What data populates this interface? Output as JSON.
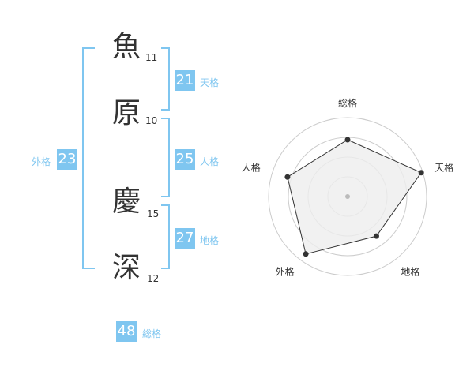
{
  "name_chars": [
    {
      "char": "魚",
      "strokes": "11"
    },
    {
      "char": "原",
      "strokes": "10"
    },
    {
      "char": "慶",
      "strokes": "15"
    },
    {
      "char": "深",
      "strokes": "12"
    }
  ],
  "fortunes": {
    "tenkaku": {
      "value": "21",
      "label": "天格"
    },
    "jinkaku": {
      "value": "25",
      "label": "人格"
    },
    "chikaku": {
      "value": "27",
      "label": "地格"
    },
    "gaikaku": {
      "value": "23",
      "label": "外格"
    },
    "soukaku": {
      "value": "48",
      "label": "総格"
    }
  },
  "chart_data": {
    "type": "radar",
    "axes": [
      "総格",
      "天格",
      "地格",
      "外格",
      "人格"
    ],
    "values": [
      0.72,
      0.98,
      0.62,
      0.9,
      0.8
    ],
    "range": [
      0,
      1
    ],
    "rings": 4,
    "colors": {
      "fill": "#eeeeee",
      "line": "#333333",
      "grid": "#cccccc",
      "center": "#bbbbbb"
    }
  }
}
